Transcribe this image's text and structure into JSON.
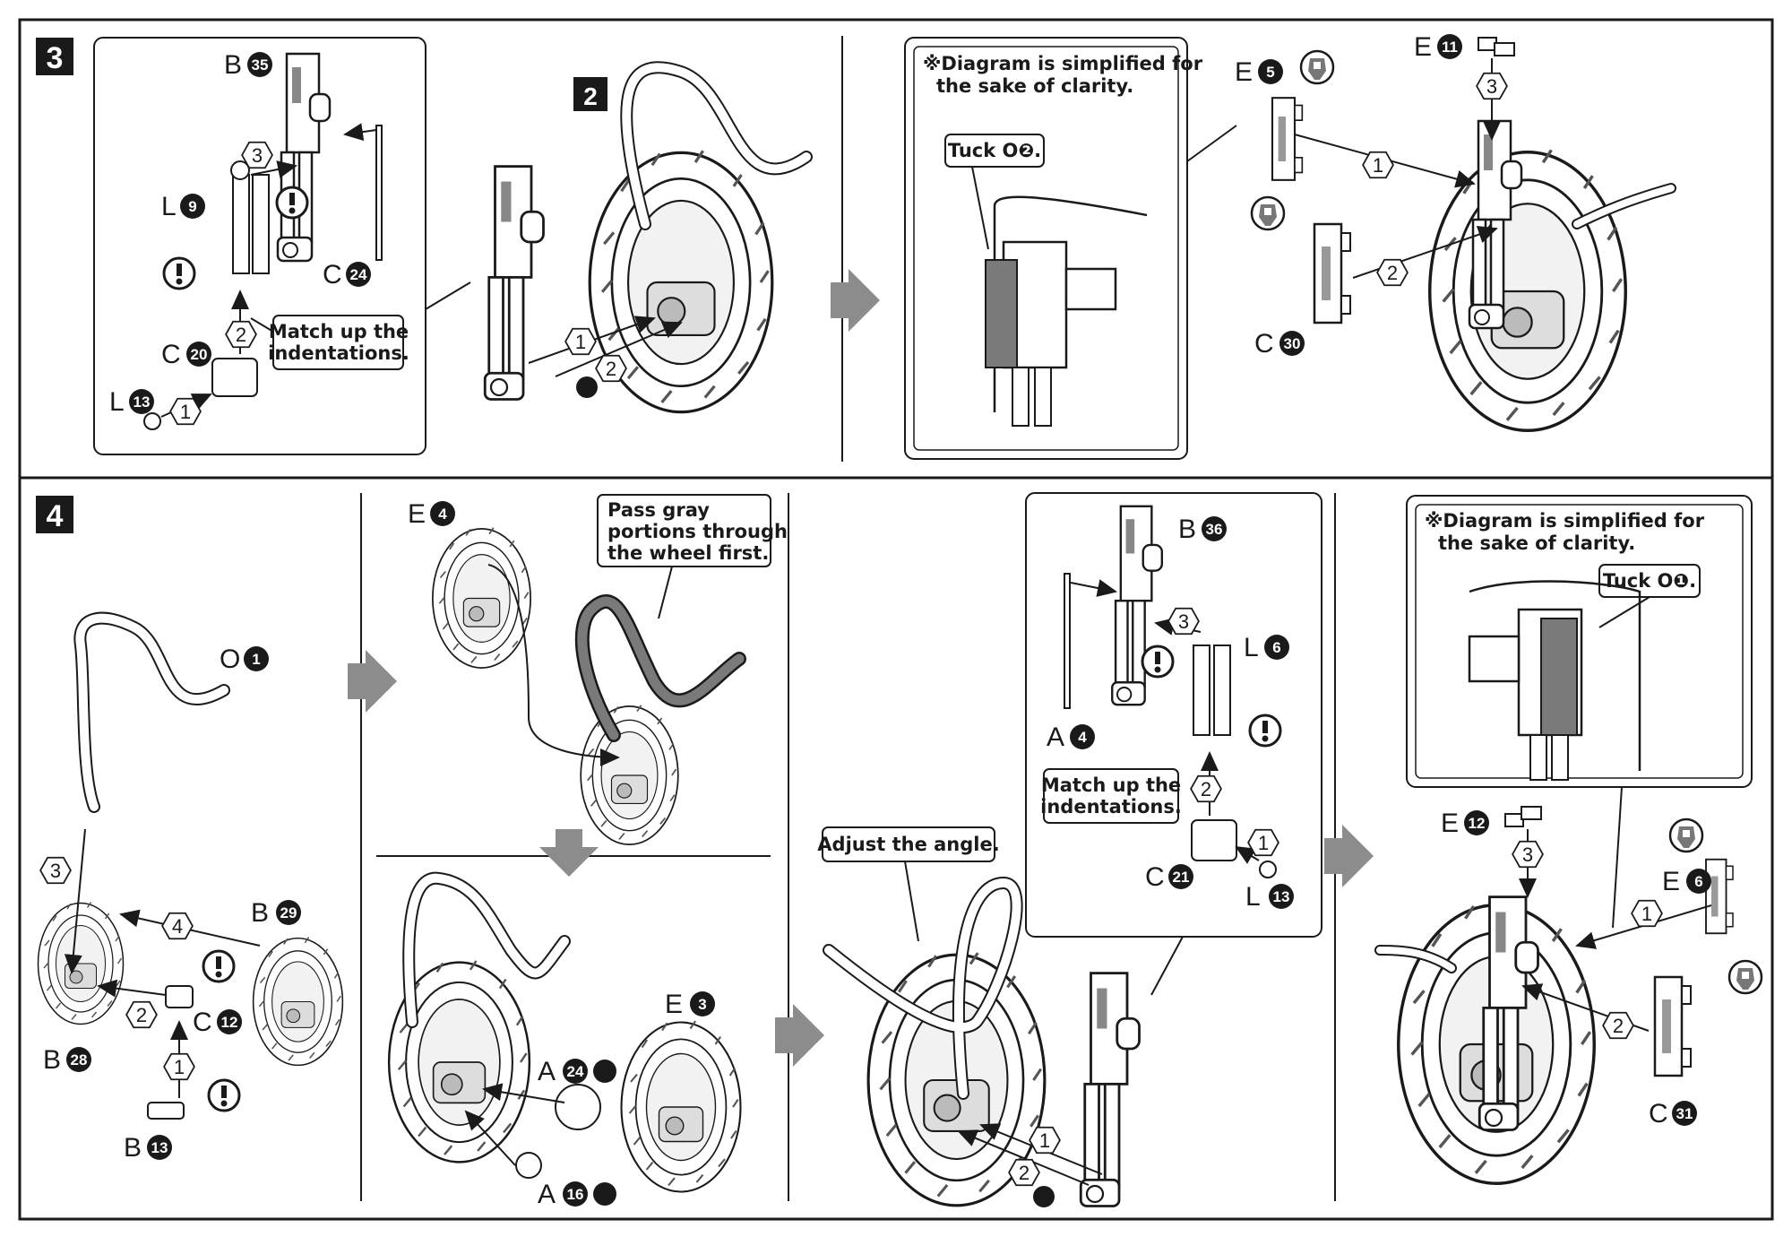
{
  "steps": {
    "step3": {
      "number": "3",
      "parts": [
        {
          "letter": "B",
          "num": "35"
        },
        {
          "letter": "L",
          "num": "9"
        },
        {
          "letter": "C",
          "num": "24"
        },
        {
          "letter": "C",
          "num": "20"
        },
        {
          "letter": "L",
          "num": "13"
        },
        {
          "letter": "E",
          "num": "5"
        },
        {
          "letter": "E",
          "num": "11"
        },
        {
          "letter": "C",
          "num": "30"
        }
      ],
      "sub_badge": "2",
      "callouts": {
        "match": [
          "Match up the",
          "indentations."
        ],
        "simplified": [
          "※Diagram is simplified for",
          "the sake of clarity."
        ],
        "tuck": "Tuck O❷."
      },
      "order_marks": [
        "1",
        "2",
        "3"
      ]
    },
    "step4": {
      "number": "4",
      "parts": [
        {
          "letter": "O",
          "num": "1"
        },
        {
          "letter": "B",
          "num": "29"
        },
        {
          "letter": "C",
          "num": "12"
        },
        {
          "letter": "B",
          "num": "28"
        },
        {
          "letter": "B",
          "num": "13"
        },
        {
          "letter": "E",
          "num": "4"
        },
        {
          "letter": "E",
          "num": "3"
        },
        {
          "letter": "A",
          "num": "24"
        },
        {
          "letter": "A",
          "num": "16"
        },
        {
          "letter": "B",
          "num": "36"
        },
        {
          "letter": "L",
          "num": "6"
        },
        {
          "letter": "A",
          "num": "4"
        },
        {
          "letter": "C",
          "num": "21"
        },
        {
          "letter": "L",
          "num": "13"
        },
        {
          "letter": "E",
          "num": "12"
        },
        {
          "letter": "E",
          "num": "6"
        },
        {
          "letter": "C",
          "num": "31"
        }
      ],
      "callouts": {
        "pass_gray": [
          "Pass gray",
          "portions through",
          "the wheel first."
        ],
        "adjust": "Adjust the angle.",
        "match": [
          "Match up the",
          "indentations."
        ],
        "simplified": [
          "※Diagram is simplified for",
          "the sake of clarity."
        ],
        "tuck": "Tuck O❶."
      },
      "order_marks": [
        "1",
        "2",
        "3",
        "4"
      ]
    }
  },
  "colors": {
    "ink": "#1a1a1a",
    "arrow_gray": "#8c8c8c",
    "part_gray": "#7a7a7a",
    "light_gray": "#e6e6e6"
  }
}
